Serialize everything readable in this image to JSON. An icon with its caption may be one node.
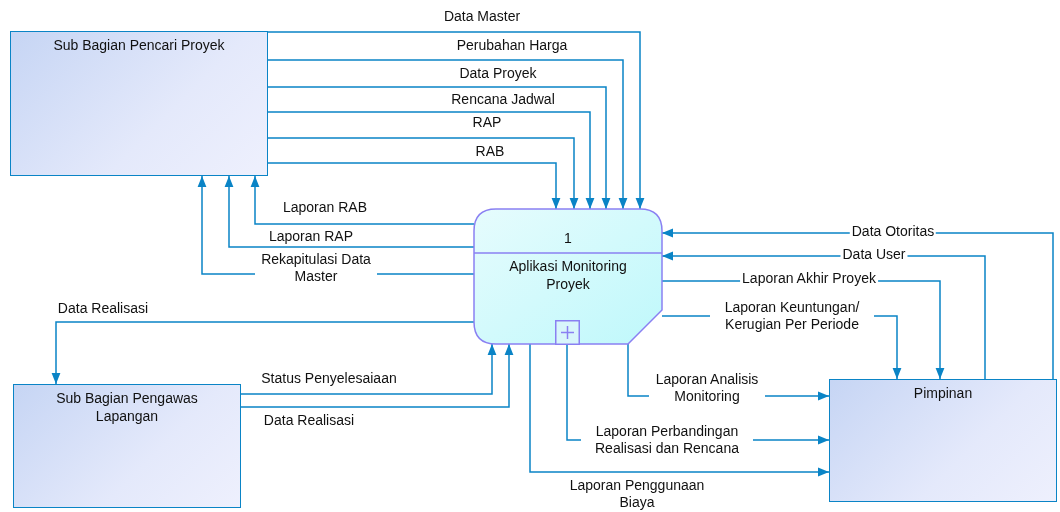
{
  "diagram": {
    "nodes": [
      {
        "text": [
          "Sub Bagian Pencari Proyek"
        ]
      },
      {
        "text": [
          "1",
          "Aplikasi Monitoring Proyek"
        ]
      },
      {
        "text": [
          "Sub Bagian Pengawas Lapangan"
        ]
      },
      {
        "text": [
          "Pimpinan"
        ]
      }
    ],
    "edges": [
      {
        "from": 0,
        "to": 1,
        "arrow": "to",
        "label": "Data Master"
      },
      {
        "from": 0,
        "to": 1,
        "arrow": "to",
        "label": "Perubahan Harga"
      },
      {
        "from": 0,
        "to": 1,
        "arrow": "to",
        "label": "Data Proyek"
      },
      {
        "from": 0,
        "to": 1,
        "arrow": "to",
        "label": "Rencana Jadwal"
      },
      {
        "from": 0,
        "to": 1,
        "arrow": "to",
        "label": "RAP"
      },
      {
        "from": 0,
        "to": 1,
        "arrow": "to",
        "label": "RAB"
      },
      {
        "from": 1,
        "to": 0,
        "arrow": "to",
        "label": "Laporan RAB"
      },
      {
        "from": 1,
        "to": 0,
        "arrow": "to",
        "label": "Laporan RAP"
      },
      {
        "from": 1,
        "to": 0,
        "arrow": "to",
        "label": "Rekapitulasi Data Master"
      },
      {
        "from": 1,
        "to": 2,
        "arrow": "to",
        "label": "Data Realisasi"
      },
      {
        "from": 2,
        "to": 1,
        "arrow": "to",
        "label": "Status Penyelesaiaan"
      },
      {
        "from": 2,
        "to": 1,
        "arrow": "to",
        "label": "Data Realisasi"
      },
      {
        "from": 3,
        "to": 1,
        "arrow": "to",
        "label": "Data Otoritas"
      },
      {
        "from": 3,
        "to": 1,
        "arrow": "to",
        "label": "Data User"
      },
      {
        "from": 1,
        "to": 3,
        "arrow": "to",
        "label": "Laporan Akhir Proyek"
      },
      {
        "from": 1,
        "to": 3,
        "arrow": "to",
        "label": "Laporan Keuntungan/ Kerugian Per Periode"
      },
      {
        "from": 1,
        "to": 3,
        "arrow": "to",
        "label": "Laporan Analisis Monitoring"
      },
      {
        "from": 1,
        "to": 3,
        "arrow": "to",
        "label": "Laporan Perbandingan Realisasi dan Rencana"
      },
      {
        "from": 1,
        "to": 3,
        "arrow": "to",
        "label": "Laporan Penggunaan Biaya"
      }
    ]
  }
}
